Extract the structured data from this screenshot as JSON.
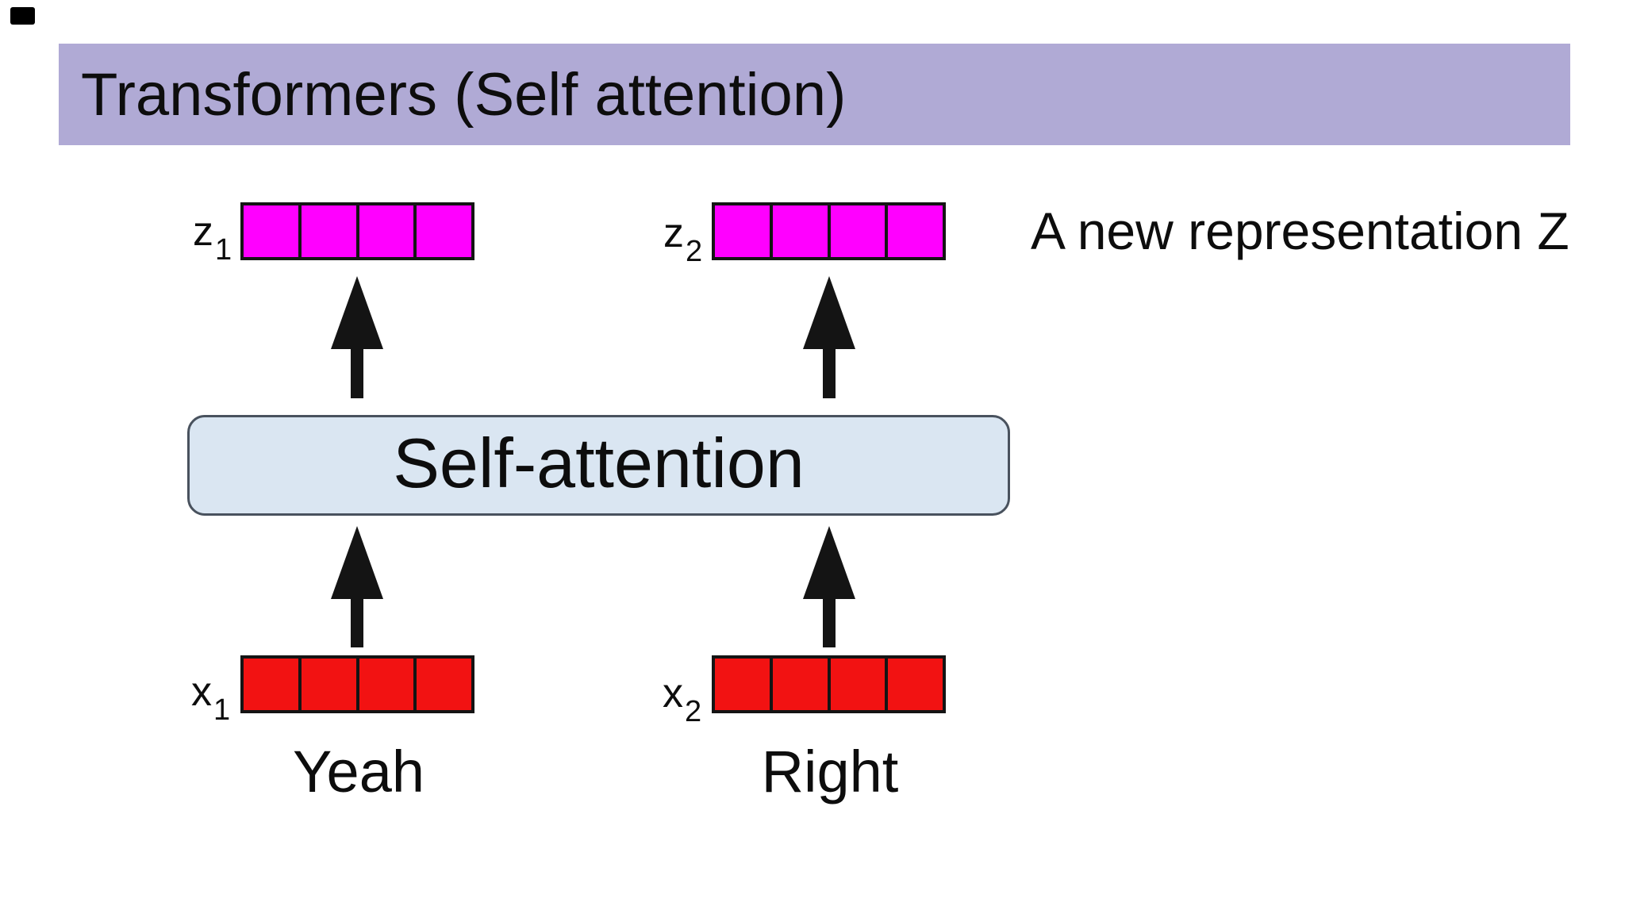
{
  "title": "Transformers (Self attention)",
  "annotation": "A new representation Z",
  "attention_box_label": "Self-attention",
  "vectors": {
    "z1": {
      "base": "z",
      "sub": "1"
    },
    "z2": {
      "base": "z",
      "sub": "2"
    },
    "x1": {
      "base": "x",
      "sub": "1"
    },
    "x2": {
      "base": "x",
      "sub": "2"
    }
  },
  "words": {
    "first": "Yeah",
    "second": "Right"
  },
  "colors": {
    "header_bg": "#B0AAD5",
    "output_vector_fill": "#FF00FF",
    "input_vector_fill": "#F21212",
    "attention_box_fill": "#DAE6F2",
    "attention_box_border": "#49525E",
    "cell_border": "#141414",
    "arrow": "#141414",
    "text": "#0E0E0E"
  }
}
